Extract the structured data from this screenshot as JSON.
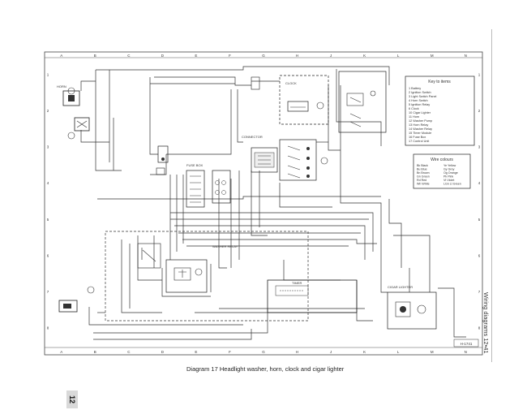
{
  "caption": "Diagram 17 Headlight washer, horn, clock and cigar lighter",
  "page_number": "12",
  "side_text": "Wiring diagrams 12•41",
  "grid": {
    "columns": [
      "A",
      "B",
      "C",
      "D",
      "E",
      "F",
      "G",
      "H",
      "J",
      "K",
      "L",
      "M",
      "N"
    ],
    "rows": [
      "1",
      "2",
      "3",
      "4",
      "5",
      "6",
      "7",
      "8"
    ]
  },
  "key_panel": {
    "title": "Key to items",
    "items": [
      "1 Battery",
      "2 Ignition Switch",
      "3 Light Switch Panel",
      "4 Horn Switch",
      "5 Ignition Relay",
      "6 Clock",
      "10 Cigar Lighter",
      "11 Horn",
      "12 Washer Pump",
      "13 Horn Relay",
      "14 Washer Relay",
      "15 Timer Module",
      "16 Fuse Box",
      "17 Control Unit"
    ]
  },
  "wire_colours": {
    "title": "Wire colours",
    "items": [
      "Bk Black",
      "Bu Blue",
      "Bn Brown",
      "Gn Green",
      "Rd Red",
      "Wh White",
      "Ye Yellow",
      "Gy Grey",
      "Og Orange",
      "Pk Pink",
      "Vt Violet",
      "LGn Lt Green"
    ]
  },
  "components": {
    "horn": "HORN",
    "clock": "CLOCK",
    "cigar_lighter": "CIGAR LIGHTER",
    "washer_relay": "WASHER RELAY",
    "fuse_box": "FUSE BOX",
    "timer": "TIMER",
    "connector": "CONNECTOR"
  },
  "footer_code": "H-1741"
}
